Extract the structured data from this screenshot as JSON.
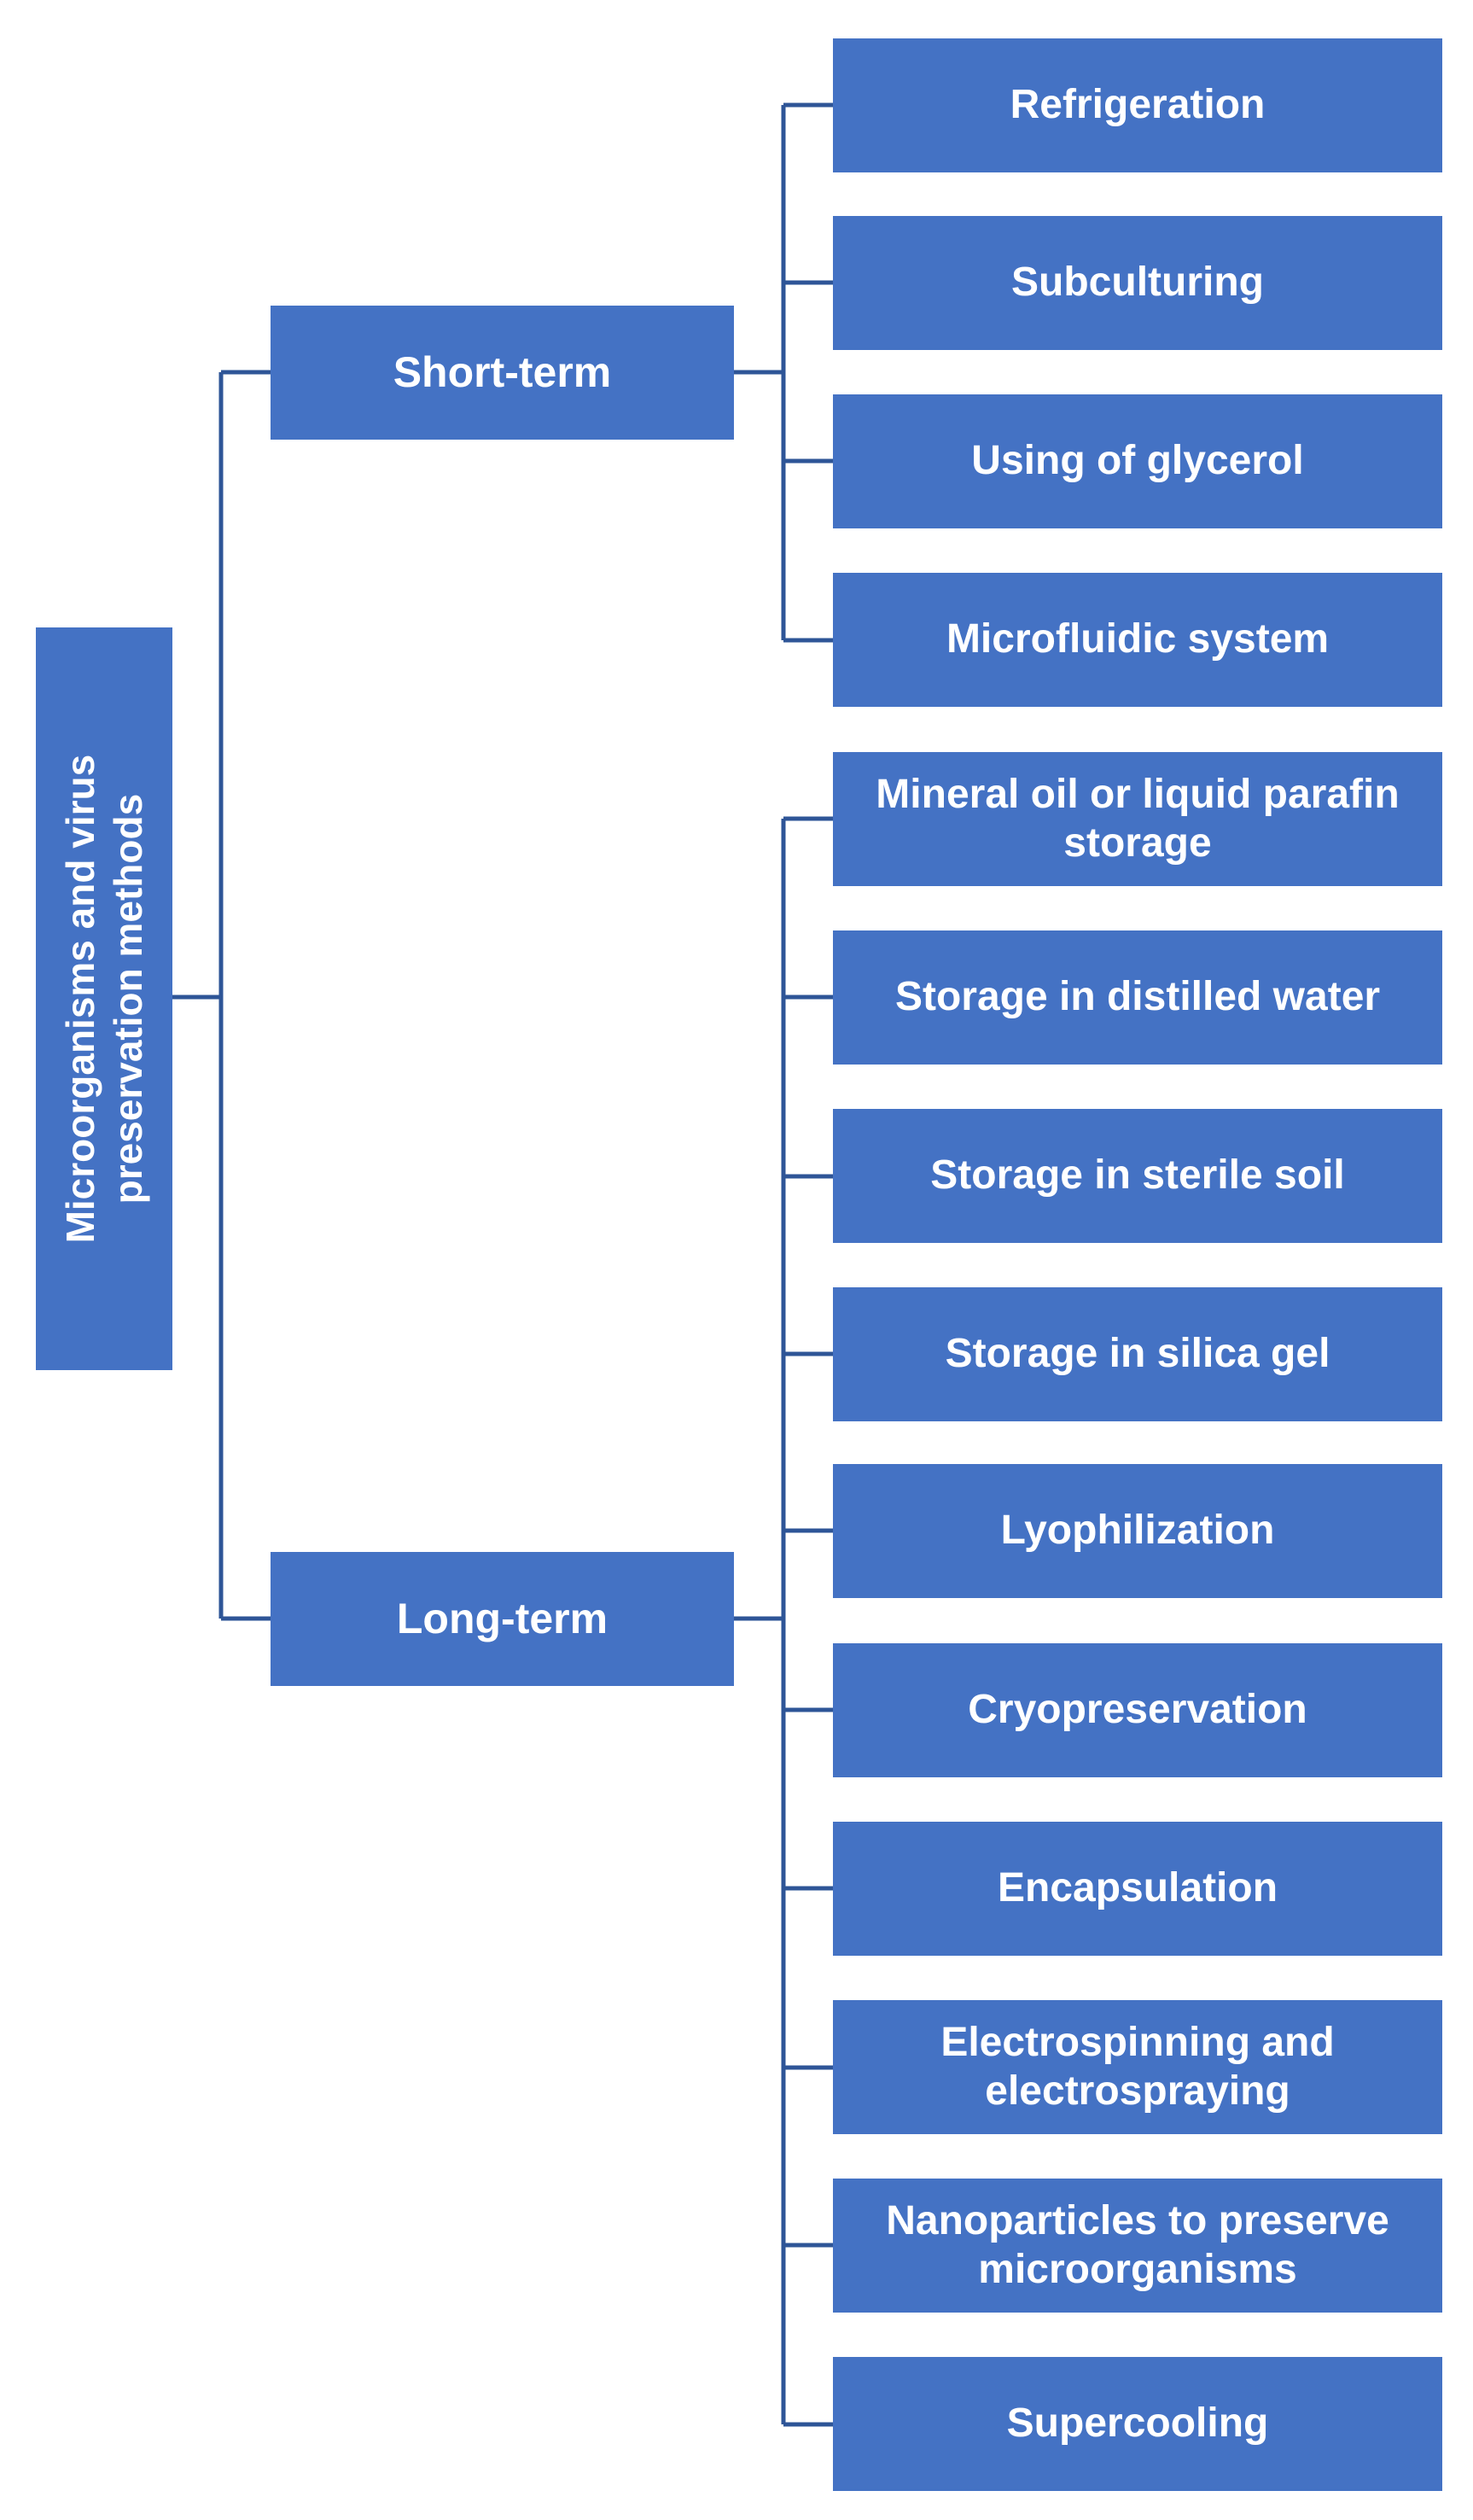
{
  "root": {
    "label_line1": "Microorganisms and virus",
    "label_line2": "preservation methods"
  },
  "branches": [
    {
      "label": "Short-term",
      "items": [
        "Refrigeration",
        "Subculturing",
        "Using of glycerol",
        "Microfluidic system"
      ]
    },
    {
      "label": "Long-term",
      "items": [
        "Mineral oil or liquid parafin storage",
        "Storage in distilled water",
        "Storage in sterile soil",
        "Storage in silica gel",
        "Lyophilization",
        "Cryopreservation",
        "Encapsulation",
        "Electrospinning and electrospraying",
        "Nanoparticles to preserve microorganisms",
        "Supercooling"
      ]
    }
  ],
  "colors": {
    "box_fill": "#4472C4",
    "connector": "#2E5597",
    "text": "#FFFFFF"
  }
}
